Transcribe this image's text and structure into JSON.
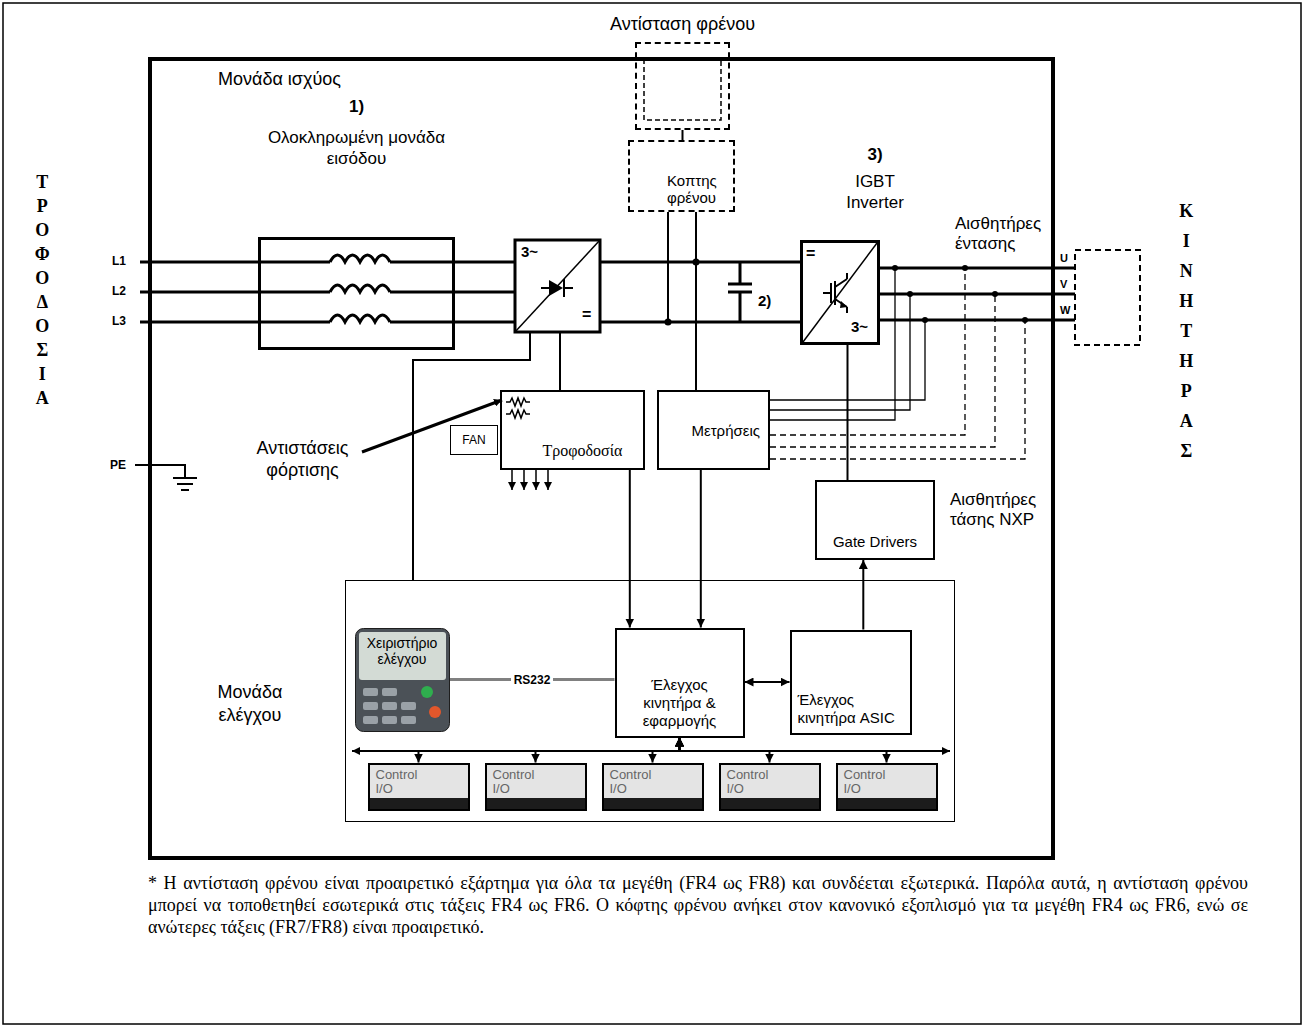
{
  "diagram": {
    "caption": "* Η αντίσταση φρένου είναι προαιρετικό εξάρτημα για όλα τα μεγέθη (FR4 ως FR8) και συνδέεται εξωτερικά. Παρόλα αυτά, η αντίσταση φρένου μπορεί να τοποθετηθεί εσωτερικά στις τάξεις FR4 ως FR6. Ο κόφτης φρένου ανήκει στον κανονικό εξοπλισμό για τα μεγέθη FR4 ως FR6, ενώ σε ανώτερες τάξεις (FR7/FR8) είναι προαιρετικό.",
    "nodes": [
      {
        "text": [
          "Μονάδα ισχύος"
        ]
      },
      {
        "text": [
          "Αντίσταση φρένου"
        ]
      },
      {
        "text": [
          "Κοπτης φρένου"
        ],
        "in": 0
      },
      {
        "text": [
          "1)",
          "Ολοκληρωμένη μονάδα εισόδου"
        ],
        "in": 0
      },
      {
        "text": [
          "3)",
          "IGBT Inverter"
        ],
        "in": 0
      },
      {
        "text": [
          "FAN"
        ],
        "in": 0
      },
      {
        "text": [
          "Τροφοδοσία"
        ],
        "in": 0
      },
      {
        "text": [
          "Μετρήσεις"
        ],
        "in": 0
      },
      {
        "text": [
          "Gate Drivers"
        ],
        "in": 0
      },
      {
        "text": [
          "Μονάδα ελέγχου"
        ],
        "in": 0
      },
      {
        "text": [
          "Χειριστήριο ελέγχου"
        ],
        "in": 9
      },
      {
        "text": [
          "Έλεγχος κινητήρα & εφαρμογής"
        ],
        "in": 9
      },
      {
        "text": [
          "Έλεγχος κινητήρα ASIC"
        ],
        "in": 9
      },
      {
        "text": [
          "Control I/O"
        ],
        "in": 9
      },
      {
        "text": [
          "Control I/O"
        ],
        "in": 9
      },
      {
        "text": [
          "Control I/O"
        ],
        "in": 9
      },
      {
        "text": [
          "Control I/O"
        ],
        "in": 9
      },
      {
        "text": [
          "Control I/O"
        ],
        "in": 9
      }
    ],
    "edges": [
      {
        "from": 1,
        "to": 2,
        "arrow": "none"
      },
      {
        "from": 2,
        "to": 7,
        "arrow": "none"
      },
      {
        "from": 10,
        "to": 11,
        "arrow": "none",
        "label": "RS232"
      },
      {
        "from": 6,
        "to": 11,
        "arrow": "to"
      },
      {
        "from": 7,
        "to": 11,
        "arrow": "to"
      },
      {
        "from": 11,
        "to": 12,
        "arrow": "both"
      },
      {
        "from": 12,
        "to": 8,
        "arrow": "to"
      },
      {
        "from": 8,
        "to": 4,
        "arrow": "none"
      },
      {
        "from": 11,
        "to": 13,
        "arrow": "both"
      },
      {
        "from": 11,
        "to": 14,
        "arrow": "both"
      },
      {
        "from": 11,
        "to": 15,
        "arrow": "both"
      },
      {
        "from": 11,
        "to": 16,
        "arrow": "both"
      },
      {
        "from": 11,
        "to": 17,
        "arrow": "both"
      }
    ],
    "labels": [
      "ΤΡΟΦΟΔΟΣΙΑ",
      "ΚΙΝΗΤΗΡΑΣ",
      "L1",
      "L2",
      "L3",
      "PE",
      "3~",
      "=",
      "2)",
      "=",
      "3~",
      "U",
      "V",
      "W",
      "Αισθητήρες έντασης",
      "Αισθητήρες τάσης NXP",
      "Αντιστάσεις φόρτισης"
    ]
  }
}
